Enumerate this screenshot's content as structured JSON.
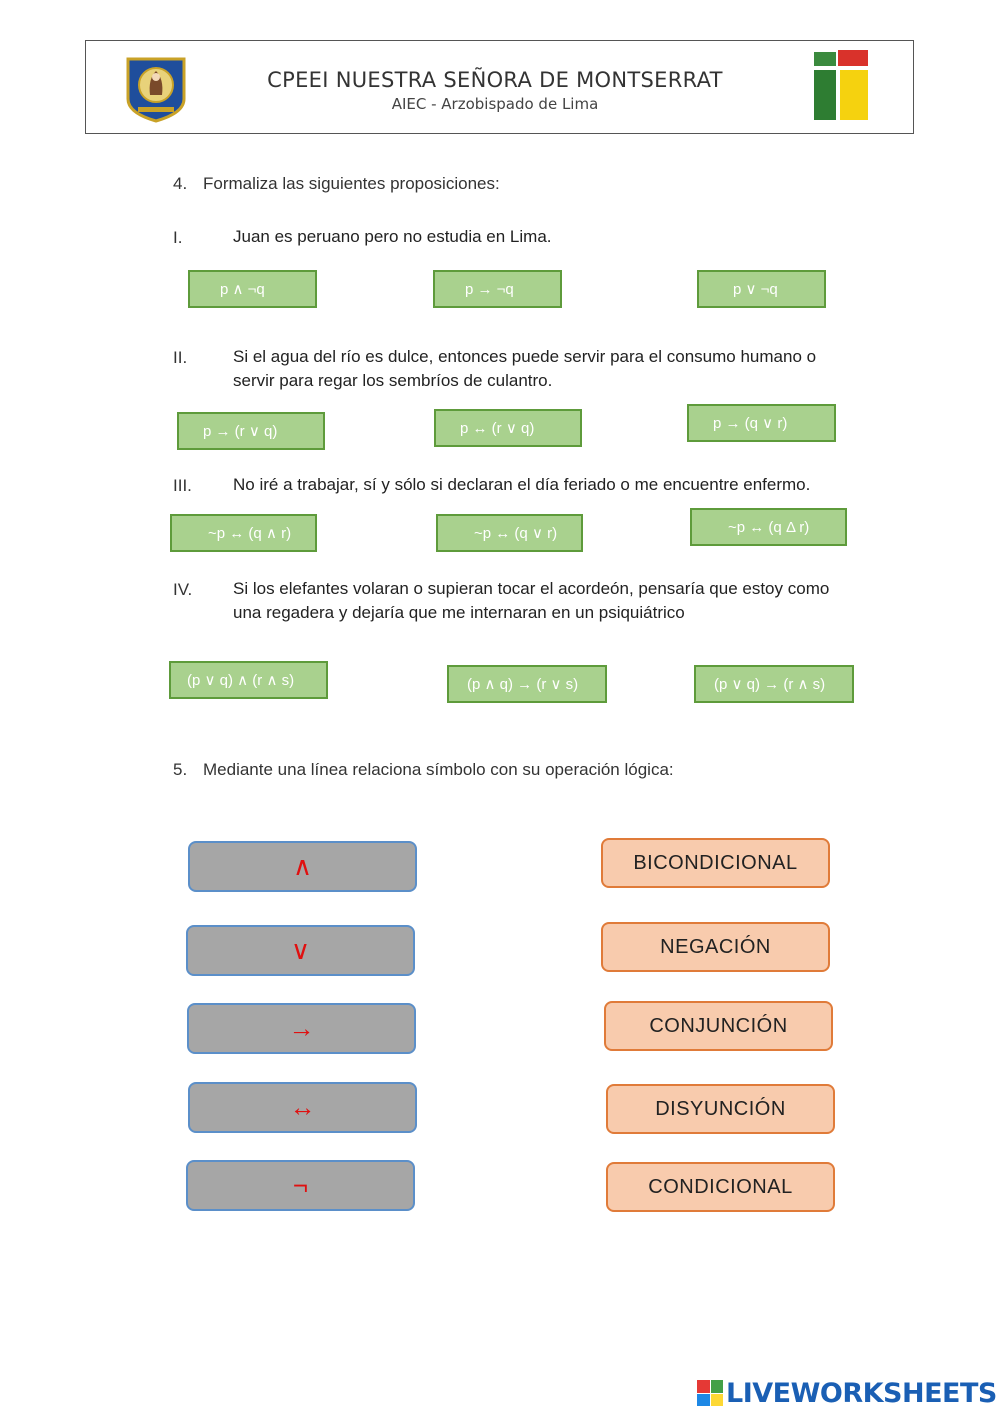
{
  "header": {
    "school_name": "CPEEI NUESTRA SEÑORA DE MONTSERRAT",
    "subtitle": "AIEC - Arzobispado de Lima"
  },
  "q4": {
    "number": "4.",
    "text": "Formaliza las siguientes proposiciones:",
    "items": [
      {
        "num": "I.",
        "lines": [
          "Juan es peruano pero  no estudia en Lima."
        ],
        "options": [
          "p ∧ ¬q",
          "p → ¬q",
          "p ∨ ¬q"
        ]
      },
      {
        "num": "II.",
        "lines": [
          "Si el agua del río es dulce, entonces puede servir para el consumo humano o",
          "servir para regar los sembríos de culantro."
        ],
        "options": [
          "p  → (r ∨ q)",
          "p  ↔ (r ∨ q)",
          "p  → (q ∨ r)"
        ]
      },
      {
        "num": "III.",
        "lines": [
          "No iré a trabajar, sí y sólo si declaran el día feriado o me encuentre enfermo."
        ],
        "options": [
          "~p ↔ (q ∧ r)",
          "~p ↔ (q ∨ r)",
          "~p ↔ (q Δ  r)"
        ]
      },
      {
        "num": "IV.",
        "lines": [
          "Si los elefantes volaran o supieran tocar el acordeón, pensaría que estoy como",
          "una regadera y dejaría que me internaran en un psiquiátrico"
        ],
        "options": [
          "(p ∨ q)  ∧  (r ∧ s)",
          "(p ∧ q) → (r ∨ s)",
          "(p ∨ q) → (r ∧ s)"
        ]
      }
    ]
  },
  "q5": {
    "number": "5.",
    "text": "Mediante una línea relaciona símbolo con su operación lógica:",
    "symbols": [
      "∧",
      "∨",
      "→",
      "↔",
      "¬"
    ],
    "operations": [
      "BICONDICIONAL",
      "NEGACIÓN",
      "CONJUNCIÓN",
      "DISYUNCIÓN",
      "CONDICIONAL"
    ]
  },
  "footer": {
    "brand": "LIVEWORKSHEETS"
  },
  "colors": {
    "option_fill": "#a9d18e",
    "option_border": "#5e9b3b",
    "symbol_fill": "#a6a6a6",
    "symbol_color": "#e01010",
    "operation_fill": "#f8cbad",
    "operation_border": "#e07b39",
    "brand_blue": "#1a5fb4"
  }
}
